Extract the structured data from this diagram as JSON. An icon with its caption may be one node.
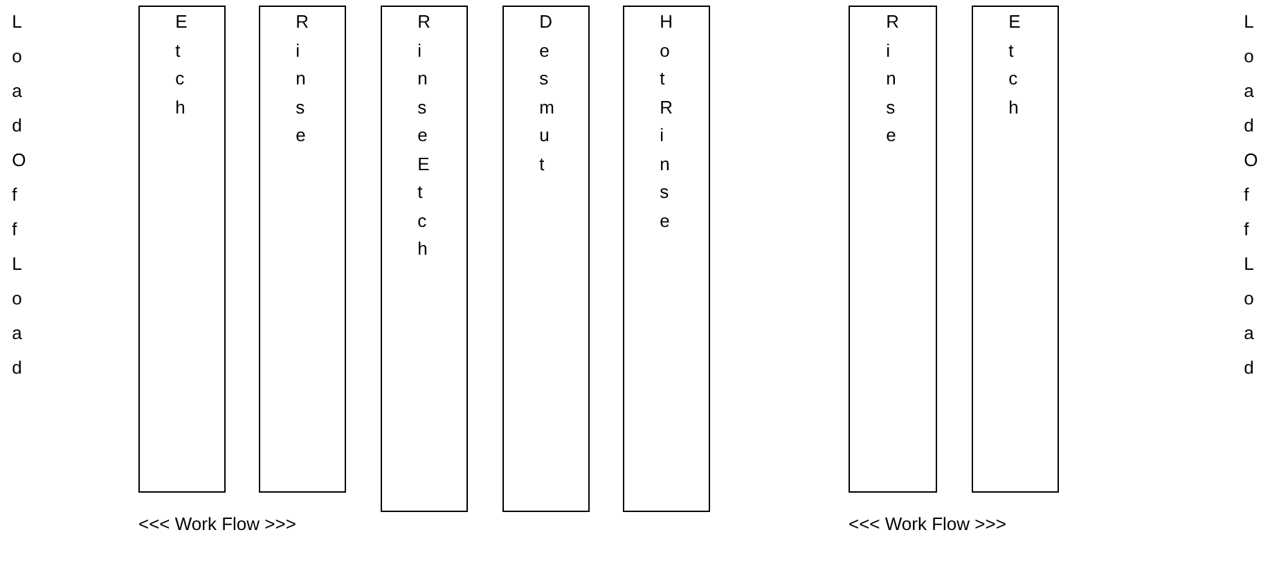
{
  "diagram": {
    "nodes": [
      {
        "text": [
          "Etch"
        ]
      },
      {
        "text": [
          "Rinse"
        ]
      },
      {
        "text": [
          "Rinse Etch"
        ]
      },
      {
        "text": [
          "Desmut"
        ]
      },
      {
        "text": [
          "Hot Rinse"
        ]
      },
      {
        "text": [
          "Rinse"
        ]
      },
      {
        "text": [
          "Etch"
        ]
      }
    ],
    "labels": [
      "Load Off Load",
      "<<< Work Flow >>>",
      "<<< Work Flow >>>",
      "Load Off Load"
    ]
  }
}
